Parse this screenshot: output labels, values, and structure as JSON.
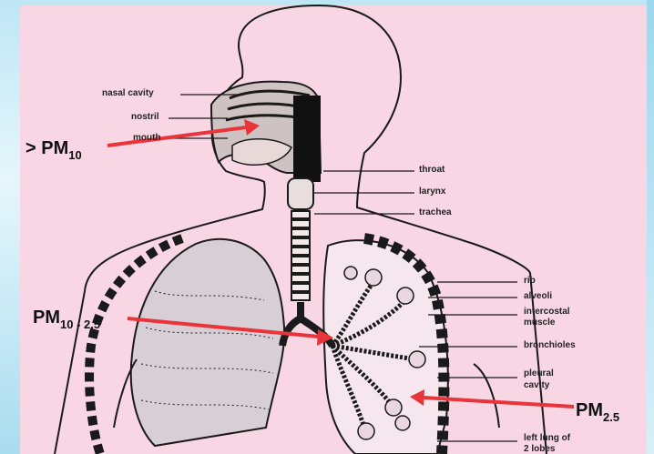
{
  "labels": {
    "nasal_cavity": "nasal cavity",
    "nostril": "nostril",
    "mouth": "mouth",
    "throat": "throat",
    "larynx": "larynx",
    "trachea": "trachea",
    "rib": "rib",
    "alveoli": "alveoli",
    "intercostal_muscle_1": "intercostal",
    "intercostal_muscle_2": "muscle",
    "bronchioles": "bronchioles",
    "pleural_cavity_1": "pleural",
    "pleural_cavity_2": "cavity",
    "left_lung_1": "left lung of",
    "left_lung_2": "2 lobes"
  },
  "pm_labels": {
    "pm10": {
      "prefix": "> PM",
      "sub": "10"
    },
    "pm10_25": {
      "prefix": "PM",
      "sub": "10 - 2.5"
    },
    "pm25": {
      "prefix": "PM",
      "sub": "2.5"
    }
  },
  "colors": {
    "background": "#f8d6e3",
    "arrow": "#e8343a",
    "ink": "#1a1a1a",
    "frame": "#bfe6f5"
  }
}
